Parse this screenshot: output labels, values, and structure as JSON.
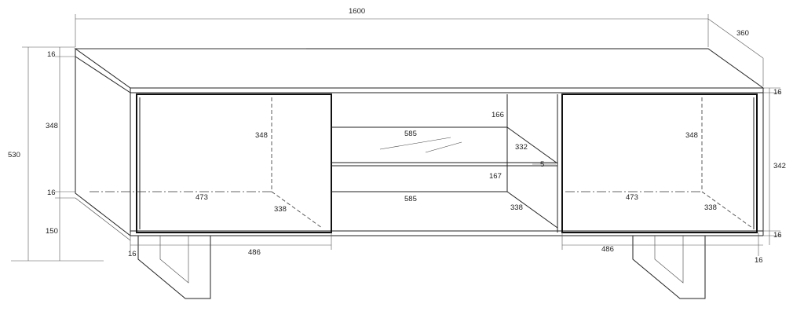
{
  "dimensions": {
    "total_width": "1600",
    "depth": "360",
    "total_height": "530",
    "body_height": "348",
    "leg_height": "150",
    "top_thickness": "16",
    "bottom_thickness": "16",
    "left_side_thickness": "16",
    "right_top_thickness": "16",
    "right_bottom_thickness": "16",
    "right_side_thickness": "16",
    "right_height": "342",
    "left_inner_height": "348",
    "left_inner_width": "473",
    "left_inner_depth": "338",
    "left_door_width": "486",
    "middle_top_gap": "166",
    "middle_shelf_width": "585",
    "middle_shelf_depth": "332",
    "middle_shelf_thickness": "5",
    "middle_lower_gap": "167",
    "middle_bottom_width": "585",
    "middle_inner_depth": "338",
    "right_inner_height": "348",
    "right_inner_width": "473",
    "right_inner_depth": "338",
    "right_door_width": "486"
  }
}
